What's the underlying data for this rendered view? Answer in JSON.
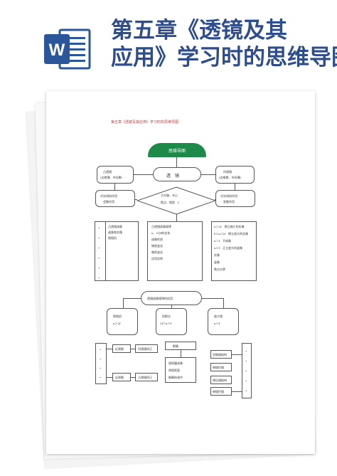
{
  "banner": {
    "title_line1": "第五章《透镜及其",
    "title_line2": "应用》学习时的思维导图",
    "icon": "word-document-icon",
    "icon_color": "#2b579a"
  },
  "doc": {
    "heading": "第五章《透镜及其应用》学习时的思维导图",
    "root": "思维导图",
    "center": "透　镜",
    "left_top": [
      "凸透镜",
      "(边缘薄、中间厚)"
    ],
    "right_top": [
      "凹透镜",
      "(边缘厚、中间薄)"
    ],
    "left_mid": [
      "对光线的作用",
      "会聚作用"
    ],
    "right_mid": [
      "对光线的作用",
      "发散作用"
    ],
    "diamond": [
      "主光轴、光心",
      "焦点、焦距　f"
    ],
    "left_list": [
      "凸透镜成像",
      "虚像和实像",
      "照相机"
    ],
    "center_list": [
      "凸透镜成像规律",
      "u、v与f的关系",
      "成像性质",
      "物距变化",
      "像距变化",
      "应用实例"
    ],
    "right_list": [
      "u＞2f　倒立缩小的实像",
      "f＜u＜2f　倒立放大的实像",
      "u＝f　不成像",
      "u＜f　正立放大的虚像",
      "实像",
      "虚像",
      "焦点分界"
    ],
    "lower_title": "透镜成像规律的应用",
    "lower_boxes": [
      [
        "照相机",
        "u＞2f"
      ],
      [
        "投影仪",
        "2f＞u＞f"
      ],
      [
        "放大镜",
        "u＜f"
      ]
    ],
    "bottom_left": [
      "近视眼",
      "凹透镜矫正",
      "远视眼",
      "凸透镜矫正"
    ],
    "bottom_center": [
      "眼睛",
      "视网膜成像",
      "明视距离",
      "眼睛的调节"
    ],
    "bottom_right": [
      "显微镜结构",
      "物镜目镜",
      "望远镜结构",
      "物镜目镜"
    ]
  }
}
